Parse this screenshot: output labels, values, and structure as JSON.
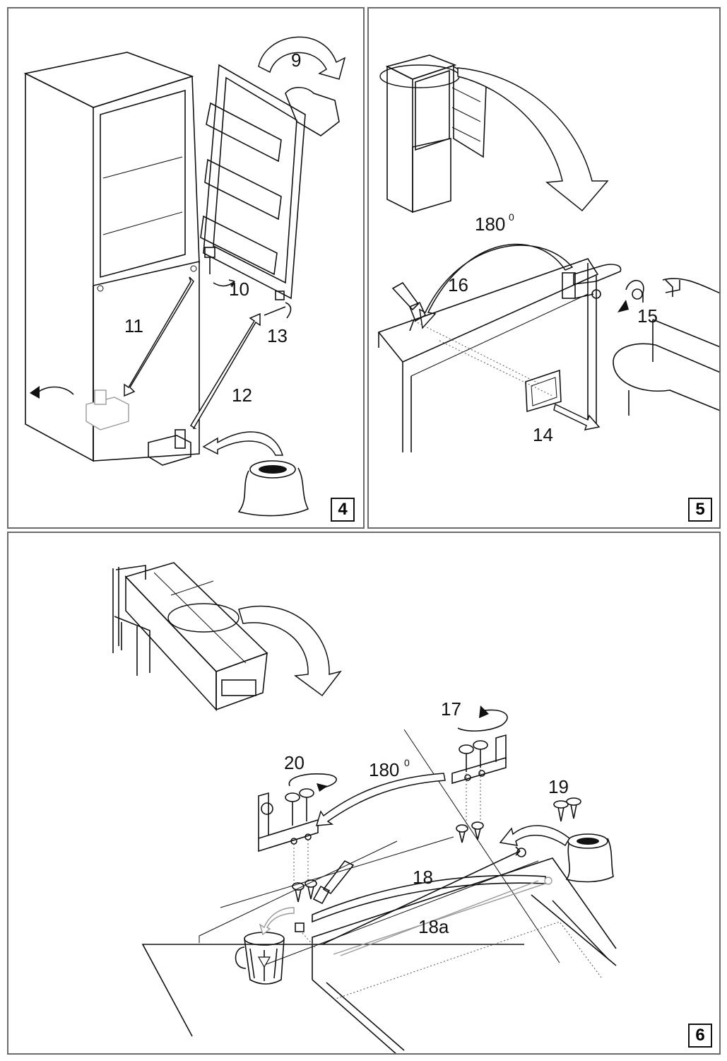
{
  "panels": [
    {
      "badge": "4",
      "steps": [
        "9",
        "10",
        "11",
        "12",
        "13"
      ]
    },
    {
      "badge": "5",
      "steps": [
        "180",
        "0",
        "16",
        "15",
        "14"
      ]
    },
    {
      "badge": "6",
      "steps": [
        "17",
        "20",
        "180",
        "0",
        "19",
        "18",
        "18a"
      ]
    }
  ],
  "icons": [
    "refrigerator-icon",
    "door-icon",
    "hinge-icon",
    "screw-icon",
    "bag-icon",
    "hand-icon",
    "screwdriver-icon",
    "bin-icon",
    "chair-icon",
    "rotate-arrow-icon"
  ]
}
